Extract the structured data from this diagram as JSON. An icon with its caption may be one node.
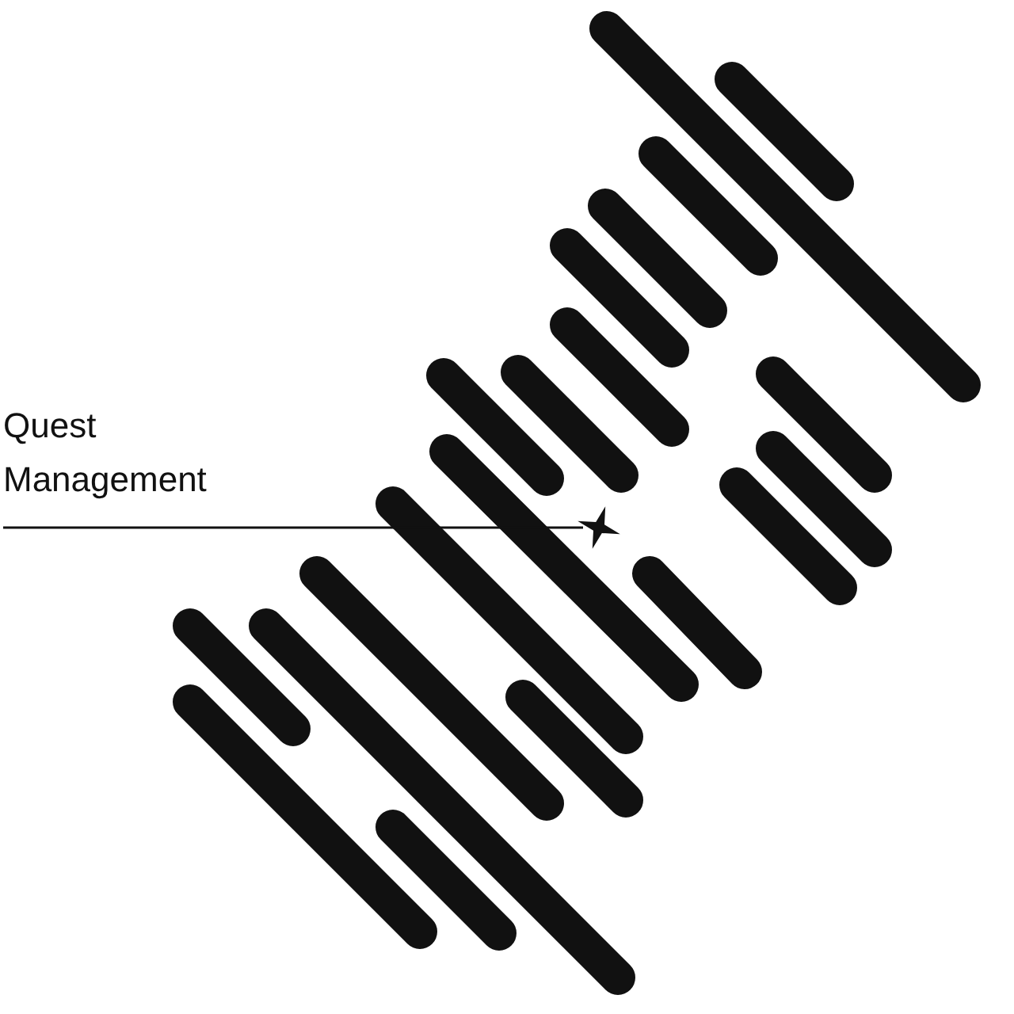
{
  "diagram": {
    "nodes": [
      {
        "text": [
          "Quest Management"
        ]
      },
      {
        "text": [],
        "shape": "star"
      }
    ],
    "edges": [
      {
        "from": 0,
        "to": 1,
        "arrow": "none"
      }
    ]
  }
}
